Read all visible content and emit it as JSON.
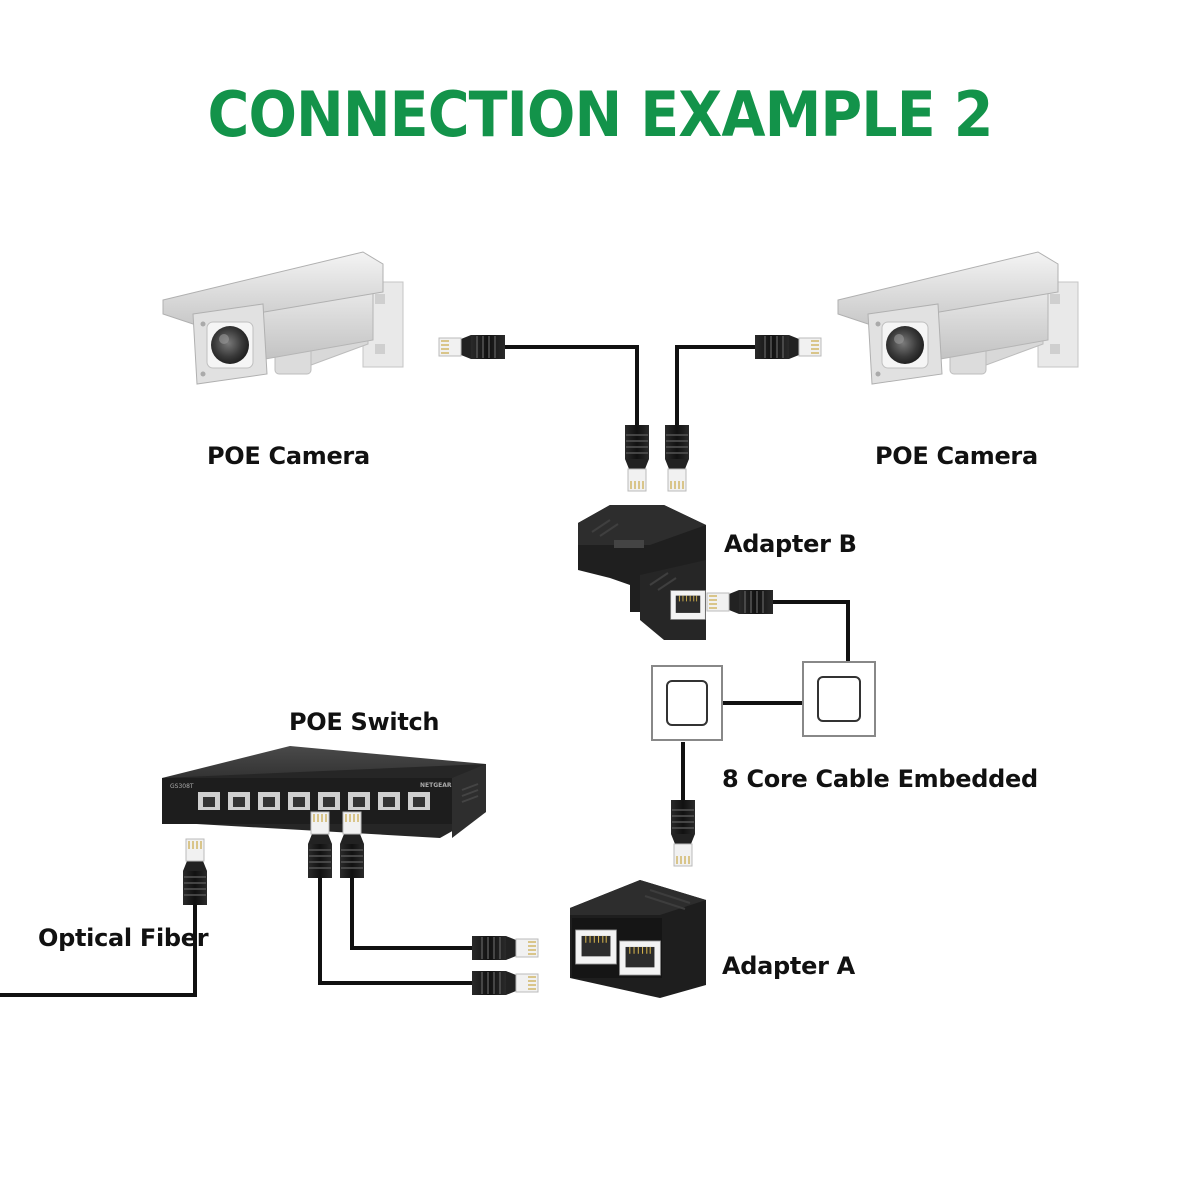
{
  "title": "CONNECTION EXAMPLE 2",
  "colors": {
    "title": "#13934a",
    "cable": "#111111",
    "device_dark": "#1f1f1f",
    "camera_body": "#e4e4e4"
  },
  "labels": {
    "camera_left": "POE Camera",
    "camera_right": "POE Camera",
    "adapter_b": "Adapter B",
    "adapter_a": "Adapter A",
    "poe_switch": "POE Switch",
    "cable_embedded": "8 Core Cable Embedded",
    "optical_fiber": "Optical Fiber"
  },
  "switch_branding": {
    "brand": "NETGEAR",
    "model": "GS308T"
  },
  "icons": [
    "cctv-camera-icon",
    "rj45-plug-icon",
    "rj45-splitter-icon",
    "wall-socket-icon",
    "network-switch-icon"
  ]
}
